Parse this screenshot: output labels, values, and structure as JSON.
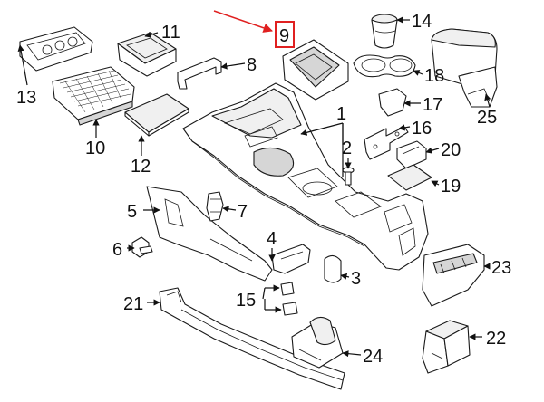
{
  "diagram": {
    "highlight_color": "#e02020",
    "highlighted_part": "9",
    "callouts": [
      {
        "id": "c1",
        "label": "1"
      },
      {
        "id": "c2",
        "label": "2"
      },
      {
        "id": "c3",
        "label": "3"
      },
      {
        "id": "c4",
        "label": "4"
      },
      {
        "id": "c5",
        "label": "5"
      },
      {
        "id": "c6",
        "label": "6"
      },
      {
        "id": "c7",
        "label": "7"
      },
      {
        "id": "c8",
        "label": "8"
      },
      {
        "id": "c9",
        "label": "9"
      },
      {
        "id": "c10",
        "label": "10"
      },
      {
        "id": "c11",
        "label": "11"
      },
      {
        "id": "c12",
        "label": "12"
      },
      {
        "id": "c13",
        "label": "13"
      },
      {
        "id": "c14",
        "label": "14"
      },
      {
        "id": "c15",
        "label": "15"
      },
      {
        "id": "c16",
        "label": "16"
      },
      {
        "id": "c17",
        "label": "17"
      },
      {
        "id": "c18",
        "label": "18"
      },
      {
        "id": "c19",
        "label": "19"
      },
      {
        "id": "c20",
        "label": "20"
      },
      {
        "id": "c21",
        "label": "21"
      },
      {
        "id": "c22",
        "label": "22"
      },
      {
        "id": "c23",
        "label": "23"
      },
      {
        "id": "c24",
        "label": "24"
      },
      {
        "id": "c25",
        "label": "25"
      }
    ]
  }
}
